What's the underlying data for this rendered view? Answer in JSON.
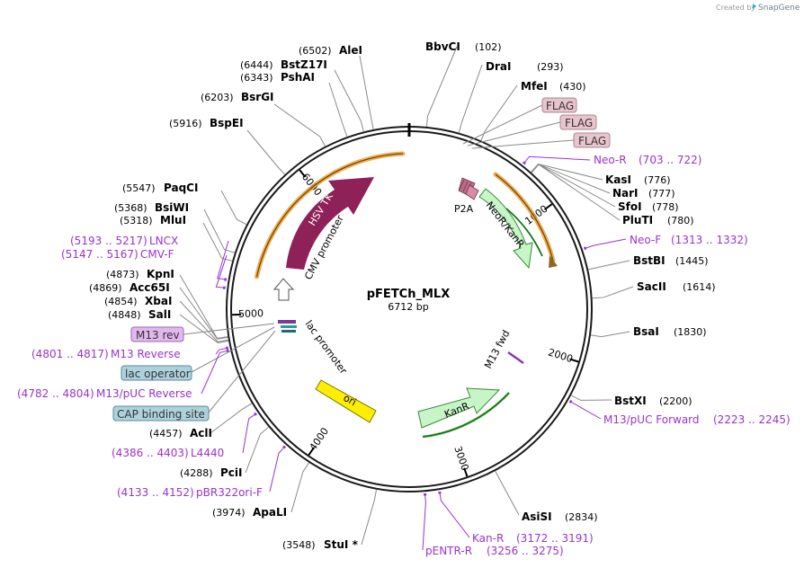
{
  "credit": "Created by",
  "brand": "SnapGene",
  "plasmid": {
    "name": "pFETCh_MLX",
    "length": "6712 bp"
  },
  "enzymes_right": [
    {
      "name": "BbvCI",
      "pos": "(102)"
    },
    {
      "name": "DraI",
      "pos": "(293)"
    },
    {
      "name": "MfeI",
      "pos": "(430)"
    },
    {
      "name": "KasI",
      "pos": "(776)"
    },
    {
      "name": "NarI",
      "pos": "(777)"
    },
    {
      "name": "SfoI",
      "pos": "(778)"
    },
    {
      "name": "PluTI",
      "pos": "(780)"
    },
    {
      "name": "BstBI",
      "pos": "(1445)"
    },
    {
      "name": "SacII",
      "pos": "(1614)"
    },
    {
      "name": "BsaI",
      "pos": "(1830)"
    },
    {
      "name": "BstXI",
      "pos": "(2200)"
    },
    {
      "name": "AsiSI",
      "pos": "(2834)"
    }
  ],
  "enzymes_left": [
    {
      "name": "AleI",
      "pos": "(6502)"
    },
    {
      "name": "BstZ17I",
      "pos": "(6444)"
    },
    {
      "name": "PshAI",
      "pos": "(6343)"
    },
    {
      "name": "BsrGI",
      "pos": "(6203)"
    },
    {
      "name": "BspEI",
      "pos": "(5916)"
    },
    {
      "name": "PaqCI",
      "pos": "(5547)"
    },
    {
      "name": "BsiWI",
      "pos": "(5368)"
    },
    {
      "name": "MluI",
      "pos": "(5318)"
    },
    {
      "name": "KpnI",
      "pos": "(4873)"
    },
    {
      "name": "Acc65I",
      "pos": "(4869)"
    },
    {
      "name": "XbaI",
      "pos": "(4854)"
    },
    {
      "name": "SalI",
      "pos": "(4848)"
    },
    {
      "name": "AclI",
      "pos": "(4457)"
    },
    {
      "name": "PciI",
      "pos": "(4288)"
    },
    {
      "name": "ApaLI",
      "pos": "(3974)"
    },
    {
      "name": "StuI *",
      "pos": "(3548)"
    }
  ],
  "primers": [
    {
      "name": "Neo-R",
      "pos": "(703 .. 722)"
    },
    {
      "name": "Neo-F",
      "pos": "(1313 .. 1332)"
    },
    {
      "name": "M13/pUC Forward",
      "pos": "(2223 .. 2245)"
    },
    {
      "name": "Kan-R",
      "pos": "(3172 .. 3191)"
    },
    {
      "name": "pENTR-R",
      "pos": "(3256 .. 3275)"
    },
    {
      "name": "pBR322ori-F",
      "pos": "(4133 .. 4152)"
    },
    {
      "name": "L4440",
      "pos": "(4386 .. 4403)"
    },
    {
      "name": "M13/pUC Reverse",
      "pos": "(4782 .. 4804)"
    },
    {
      "name": "M13 Reverse",
      "pos": "(4801 .. 4817)"
    },
    {
      "name": "CMV-F",
      "pos": "(5147 .. 5167)"
    },
    {
      "name": "LNCX",
      "pos": "(5193 .. 5217)"
    }
  ],
  "boxes": {
    "flag1": "FLAG",
    "flag2": "FLAG",
    "flag3": "FLAG",
    "m13rev": "M13 rev",
    "lacop": "lac operator",
    "cap": "CAP binding site"
  },
  "features": {
    "hsv": "HSV TK",
    "cmv": "CMV promoter",
    "neo": "NeoR/KanR",
    "p2a": "P2A",
    "lac": "lac promoter",
    "ori": "ori",
    "kanr": "KanR",
    "m13fwd": "M13 fwd"
  },
  "ticks": [
    "1000",
    "2000",
    "3000",
    "4000",
    "5000",
    "6000"
  ],
  "colors": {
    "backbone": "#222222",
    "enzyme_line": "#888888",
    "primer": "#9933cc",
    "hsv_tk": "#8e2157",
    "orange_orf": "#f0a030",
    "neo": "#c8f5c8",
    "ori": "#ffee00",
    "flag_box": "#e8c4cc",
    "m13rev_box": "#e2b7ee",
    "lacop_box": "#aed2dc",
    "cap_box": "#aed2dc"
  }
}
